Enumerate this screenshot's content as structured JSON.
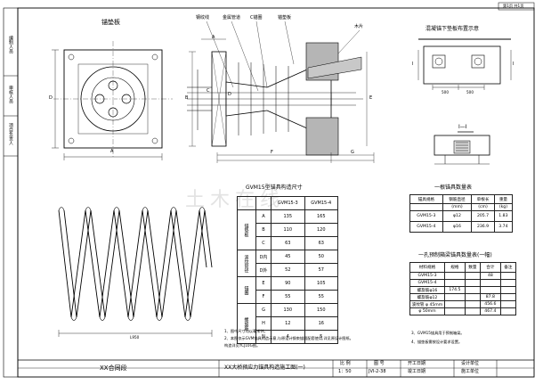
{
  "sheet": {
    "page_label": "第1页 共1页",
    "side_labels": [
      "编制人员",
      "审核人员",
      "项目负责人"
    ],
    "watermark": "土木在线"
  },
  "anchor_plate": {
    "title": "锚垫板",
    "dim_a": "A",
    "dim_d": "D"
  },
  "anchor_section": {
    "callouts": [
      "钢纹线",
      "金属管道",
      "C锚圈",
      "锚垫板",
      "木片"
    ],
    "dim_a": "A",
    "dim_b": "B",
    "dim_c": "C",
    "dim_d": "D",
    "dim_f": "F",
    "dim_g": "G",
    "dim_e": "E"
  },
  "plate_layout": {
    "title": "混凝锚下垫板布置示意",
    "dims": [
      "500",
      "500"
    ],
    "section_label": "I—I",
    "section_marks": [
      "I",
      "I"
    ]
  },
  "spiral": {
    "dim": "L950"
  },
  "gvm_table": {
    "title": "GVM15型锚具构造尺寸",
    "header": [
      "",
      "",
      "GVM15-3",
      "GVM15-4"
    ],
    "rows": [
      {
        "group": "锚垫板",
        "sym": "A",
        "v1": "135",
        "v2": "165"
      },
      {
        "group": "",
        "sym": "B",
        "v1": "110",
        "v2": "120"
      },
      {
        "group": "",
        "sym": "C",
        "v1": "63",
        "v2": "63"
      },
      {
        "group": "波纹管径",
        "sym": "D内",
        "v1": "45",
        "v2": "50"
      },
      {
        "group": "",
        "sym": "D外",
        "v1": "52",
        "v2": "57"
      },
      {
        "group": "锚圈",
        "sym": "E",
        "v1": "90",
        "v2": "105"
      },
      {
        "group": "",
        "sym": "F",
        "v1": "55",
        "v2": "55"
      },
      {
        "group": "螺旋筋",
        "sym": "G",
        "v1": "130",
        "v2": "150"
      },
      {
        "group": "",
        "sym": "H",
        "v1": "12",
        "v2": "16"
      },
      {
        "group": "",
        "sym": "N",
        "v1": "4",
        "v2": "5"
      }
    ]
  },
  "qty_table": {
    "title": "一根锚具数量表",
    "header": [
      "锚具规格",
      "钢筋直径",
      "单根长",
      "重量"
    ],
    "units": [
      "",
      "(mm)",
      "(cm)",
      "(kg)"
    ],
    "rows": [
      [
        "GVM15-3",
        "φ12",
        "205.7",
        "1.83"
      ],
      [
        "GVM15-4",
        "φ16",
        "236.9",
        "3.74"
      ]
    ]
  },
  "beam_table": {
    "title": "一孔预制箱梁锚具数量表(一幅)",
    "header": [
      "材料规格",
      "规格",
      "数量",
      "合计",
      "备注"
    ],
    "rows": [
      [
        "GVM15-3",
        "",
        "",
        "48",
        ""
      ],
      [
        "GVM15-4",
        "",
        "",
        "",
        ""
      ],
      [
        "螺旋筋φ16",
        "174.5",
        "",
        "",
        ""
      ],
      [
        "螺旋筋φ12",
        "",
        "",
        "87.8",
        ""
      ],
      [
        "波纹管 φ 45mm",
        "",
        "",
        "456.6",
        ""
      ],
      [
        "φ 50mm",
        "",
        "",
        "467.4",
        ""
      ]
    ]
  },
  "notes_left": [
    "1、图中尺寸均以毫米计。",
    "2、本图仅示GVM锚具构造示意,与原设计钢束锚固配套使用,详见原设计图纸。",
    "   构造详见YCJ10G图。"
  ],
  "notes_right": [
    "3、GVM15锚具用于预制箱梁。",
    "4、锚垫板需按设计要求设置。"
  ],
  "title_block": {
    "project": "XX合同段",
    "drawing_title": "XX大桥预应力锚具构造施工图(一)",
    "scale_label": "比  例",
    "scale_value": "1：50",
    "code_label": "图  号",
    "code_value": "JVI-2-38",
    "start_label": "开工日期",
    "end_label": "竣工日期",
    "design_unit": "设计单位",
    "build_unit": "施工单位"
  }
}
